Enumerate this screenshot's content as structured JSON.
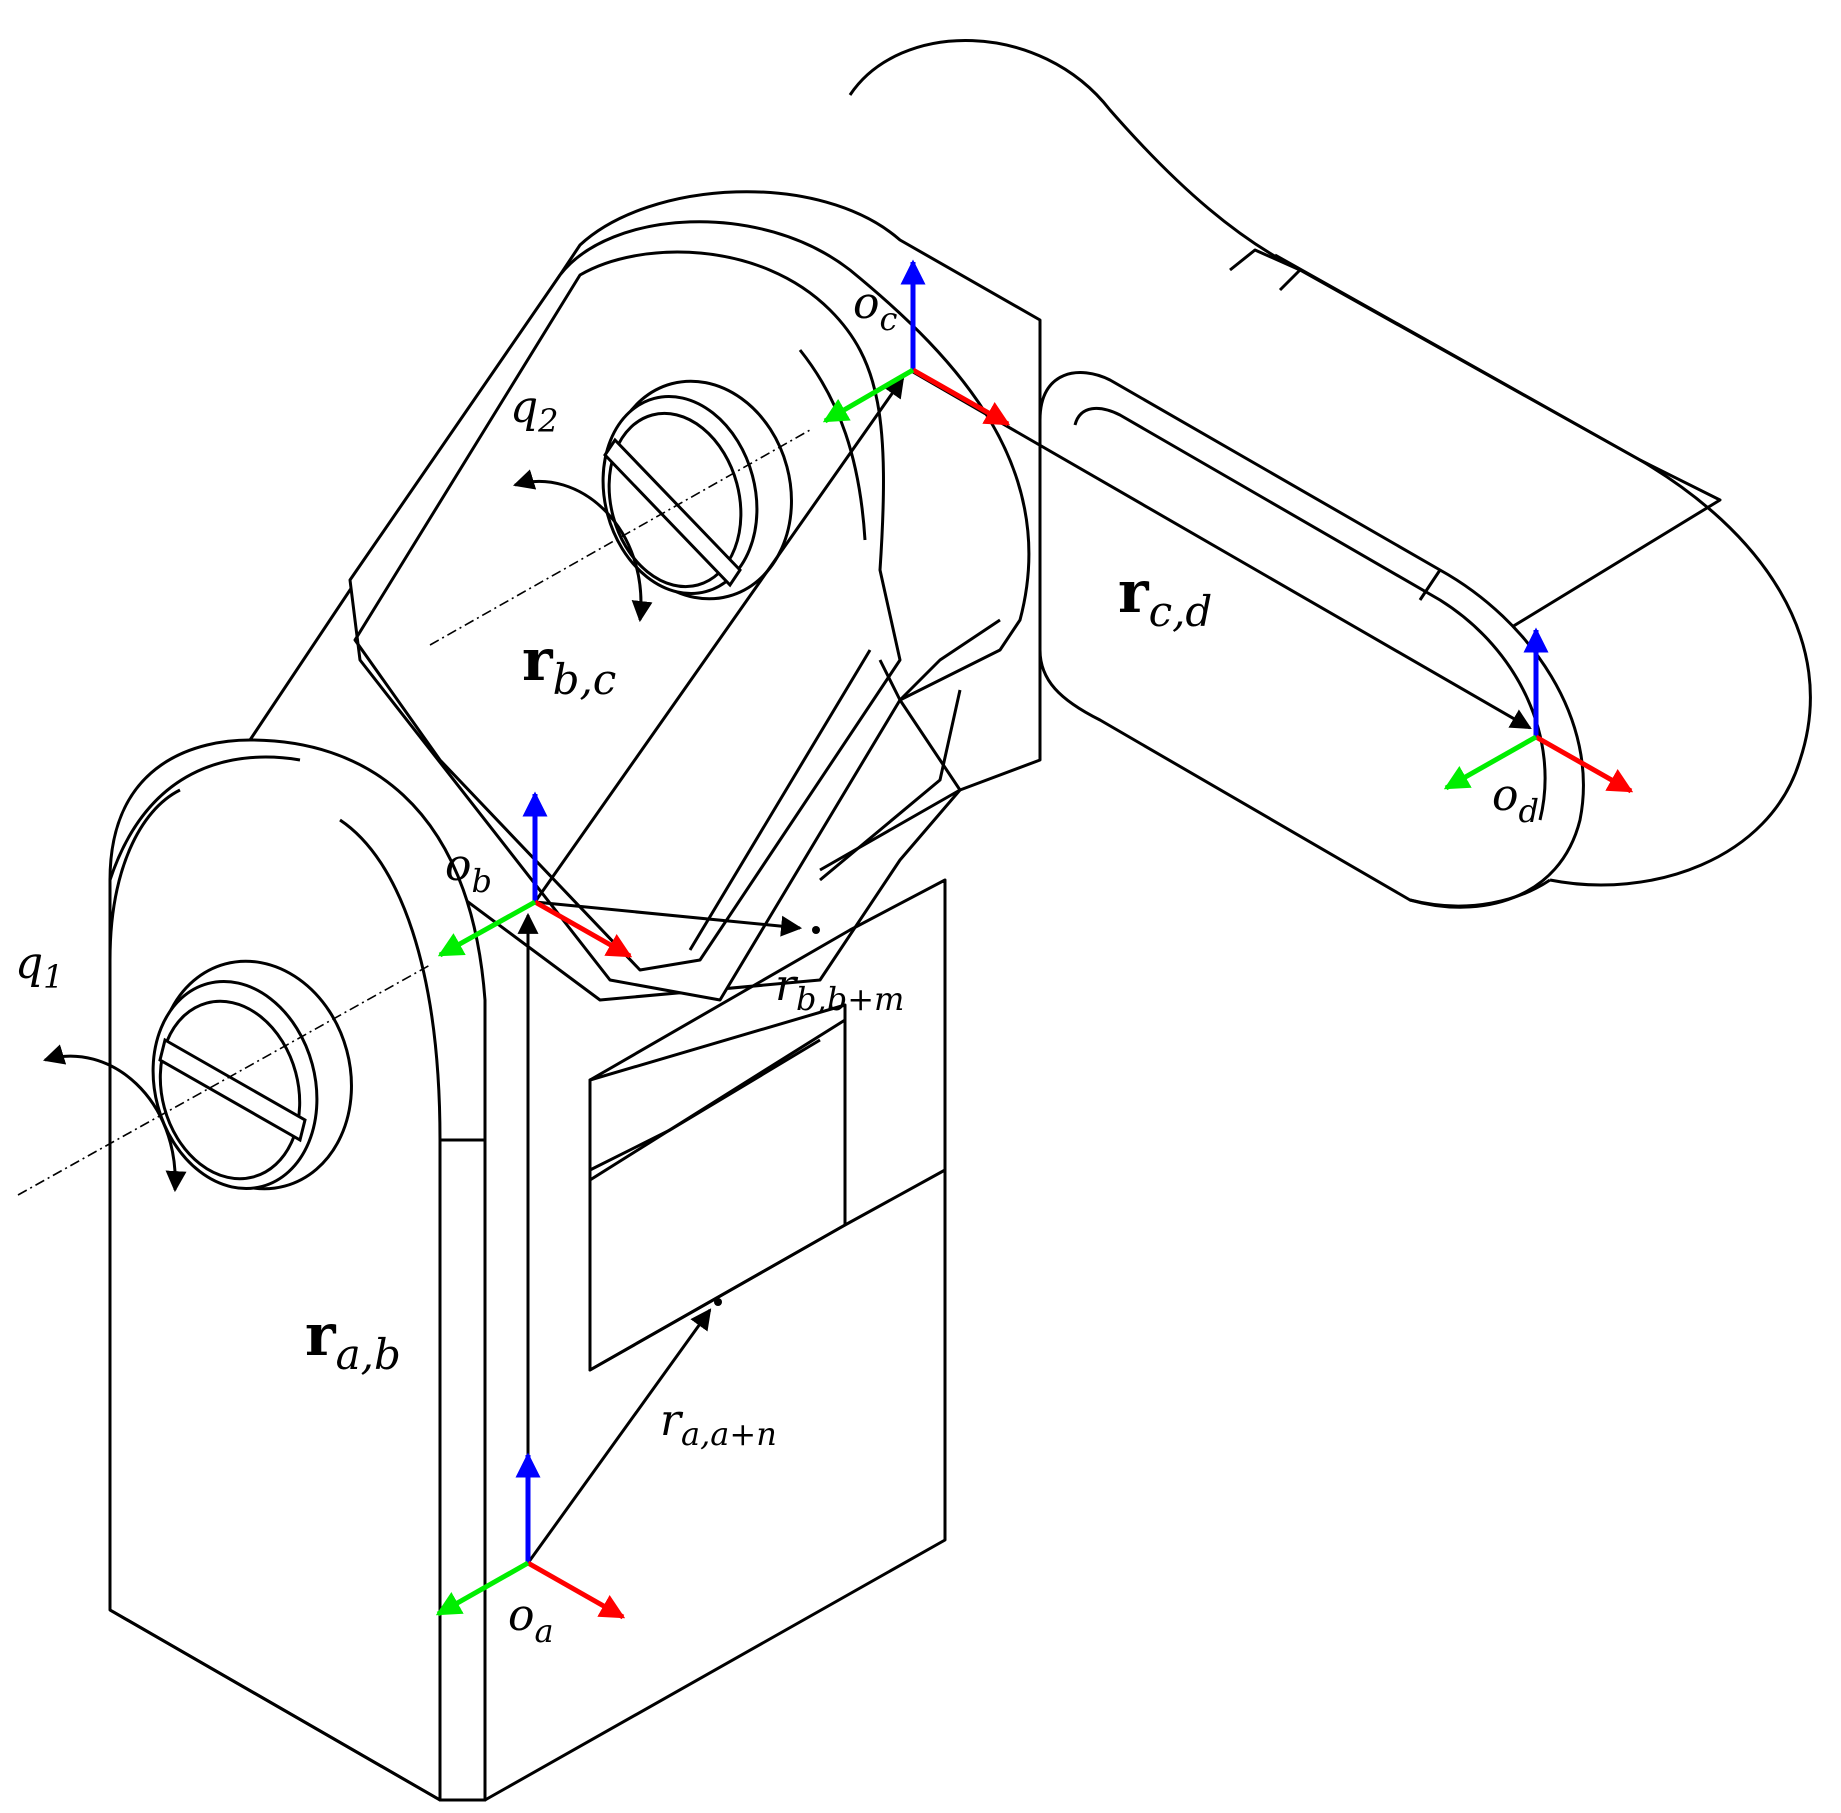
{
  "colors": {
    "x_axis": "#ff0000",
    "y_axis": "#00ee00",
    "z_axis": "#0000ff",
    "outline": "#000000",
    "background": "#ffffff"
  },
  "frames": {
    "a": {
      "base": "o",
      "sub": "a"
    },
    "b": {
      "base": "o",
      "sub": "b"
    },
    "c": {
      "base": "o",
      "sub": "c"
    },
    "d": {
      "base": "o",
      "sub": "d"
    }
  },
  "joints": {
    "q1": {
      "base": "q",
      "sub": "1"
    },
    "q2": {
      "base": "q",
      "sub": "2"
    }
  },
  "vectors": {
    "r_ab": {
      "base": "r",
      "sub": "a,b"
    },
    "r_bc": {
      "base": "r",
      "sub": "b,c"
    },
    "r_cd": {
      "base": "r",
      "sub": "c,d"
    },
    "r_a_an": {
      "base": "r",
      "sub": "a,a+n"
    },
    "r_b_bm": {
      "base": "r",
      "sub": "b,b+m"
    }
  }
}
